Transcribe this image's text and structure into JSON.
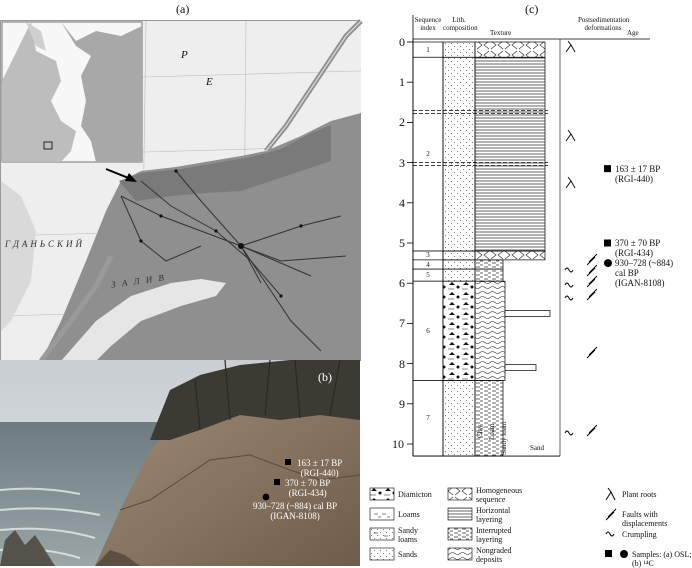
{
  "panel_labels": {
    "a": "(a)",
    "b": "(b)",
    "c": "(c)"
  },
  "map": {
    "sea_letters": [
      "Р",
      "Е"
    ],
    "gulf_text": "ГДАНЬСКИЙ",
    "bay_text": "З А Л И В"
  },
  "photo": {
    "samples": [
      {
        "kind": "square",
        "lines": [
          "163 ± 17 BP",
          "(RGI-440)"
        ]
      },
      {
        "kind": "square",
        "lines": [
          "370 ± 70 BP",
          "(RGI-434)"
        ]
      },
      {
        "kind": "circle",
        "lines": [
          "930–728 (~884) cal BP",
          "(IGAN-8108)"
        ]
      }
    ]
  },
  "column": {
    "headers": {
      "sequence_index": "Sequence index",
      "lith": "Lith. composition",
      "texture": "Texture",
      "postsed": "Postsedimentation deformations",
      "age": "Age"
    },
    "depth_ticks": [
      "0",
      "1",
      "2",
      "3",
      "4",
      "5",
      "6",
      "7",
      "8",
      "9",
      "10"
    ],
    "sequences": [
      {
        "index": "1",
        "top": 0,
        "bottom": 0.38,
        "texture": "homogeneous"
      },
      {
        "index": "2",
        "top": 0.38,
        "bottom": 5.2,
        "texture": "horizontal"
      },
      {
        "index": "3",
        "top": 5.2,
        "bottom": 5.42,
        "texture": "homogeneous"
      },
      {
        "index": "4",
        "top": 5.42,
        "bottom": 5.65,
        "texture": "interrupted"
      },
      {
        "index": "5",
        "top": 5.65,
        "bottom": 5.95,
        "texture": "interrupted"
      },
      {
        "index": "6",
        "top": 5.95,
        "bottom": 8.42,
        "texture": "nongraded"
      },
      {
        "index": "7",
        "top": 8.42,
        "bottom": 10.3,
        "texture": "interrupted"
      }
    ],
    "grain_labels": [
      "Clay",
      "Loam",
      "Sandy loam",
      "Sand"
    ],
    "age_samples": [
      {
        "kind": "square",
        "depth": 3.15,
        "lines": [
          "163 ± 17 BP",
          "(RGI-440)"
        ]
      },
      {
        "kind": "square",
        "depth": 5.0,
        "lines": [
          "370 ± 70 BP",
          "(RGI-434)"
        ]
      },
      {
        "kind": "circle",
        "depth": 5.5,
        "lines": [
          "930–728 (~884)",
          "cal BP",
          "(IGAN-8108)"
        ]
      }
    ]
  },
  "legend": {
    "items": [
      {
        "symbol": "diamicton",
        "label": "Diamicton"
      },
      {
        "symbol": "homogeneous",
        "label": "Homogeneous sequence"
      },
      {
        "symbol": "plant-roots",
        "label": "Plant roots"
      },
      {
        "symbol": "loams",
        "label": "Loams"
      },
      {
        "symbol": "horizontal",
        "label": "Horizontal layering"
      },
      {
        "symbol": "faults",
        "label": "Faults with displacements"
      },
      {
        "symbol": "sandy-loams",
        "label": "Sandy loams"
      },
      {
        "symbol": "interrupted",
        "label": "Interrupted layering"
      },
      {
        "symbol": "crumpling",
        "label": "Crumpling"
      },
      {
        "symbol": "sands",
        "label": "Sands"
      },
      {
        "symbol": "nongraded",
        "label": "Nongraded deposits"
      },
      {
        "symbol": "samples",
        "label": "Samples: (a) OSL; (b) ¹⁴C"
      }
    ]
  }
}
